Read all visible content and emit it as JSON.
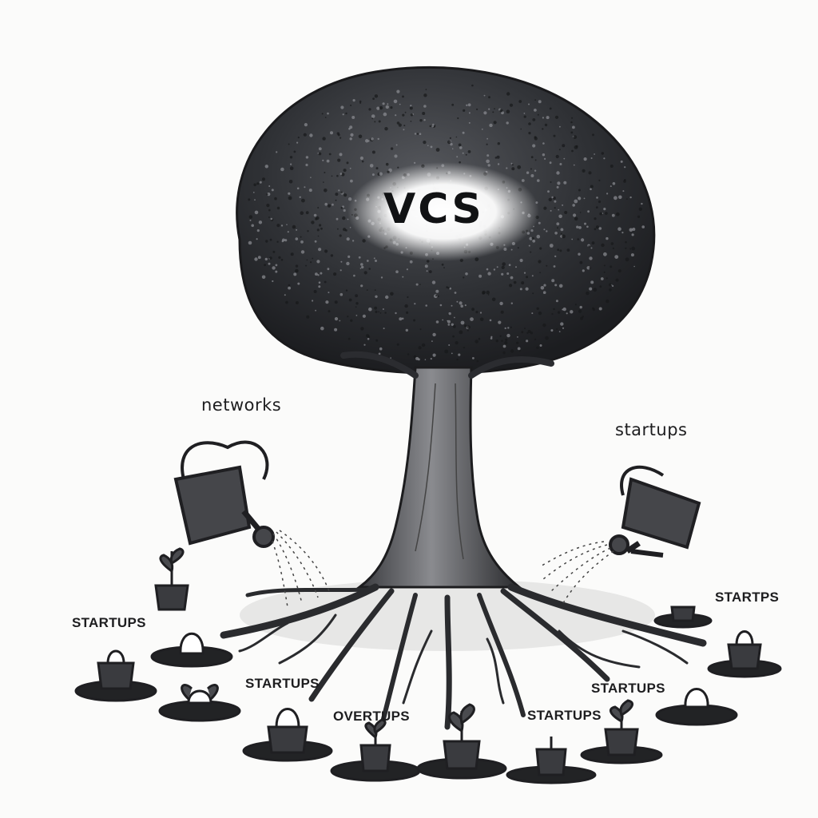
{
  "tree": {
    "label": "VCS"
  },
  "cans": {
    "left_label": "networks",
    "right_label": "startups"
  },
  "pots": [
    {
      "label": "STARTUPS"
    },
    {
      "label": "STARTUPS"
    },
    {
      "label": "OVERTUPS"
    },
    {
      "label": "STARTUPS"
    },
    {
      "label": "STARTUPS"
    },
    {
      "label": "STARTPS"
    }
  ],
  "colors": {
    "ink": "#1d1d1f",
    "canopy": "#2b2d31",
    "soil": "#222325",
    "paper": "#fbfbfa"
  }
}
